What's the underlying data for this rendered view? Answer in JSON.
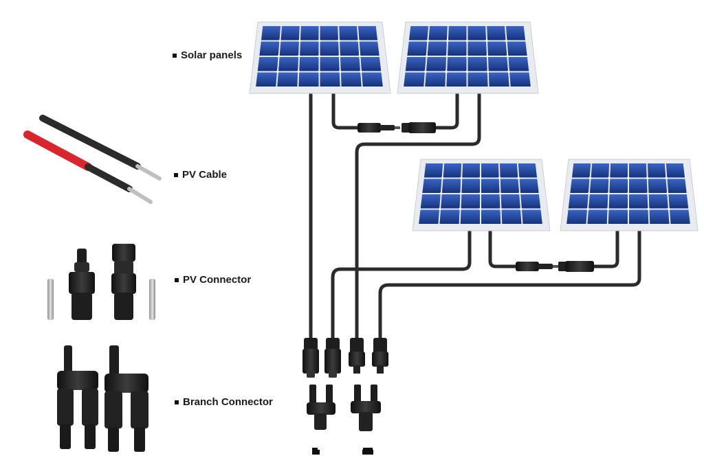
{
  "legend": {
    "solar_panels": "Solar panels",
    "pv_cable": "PV Cable",
    "pv_connector": "PV Connector",
    "branch_connector": "Branch Connector"
  },
  "colors": {
    "panel_cell": "#1c3f8f",
    "panel_frame": "#e8ebef",
    "cable_black": "#2b2b2b",
    "cable_red": "#d8262c",
    "connector": "#1e1e1e"
  }
}
